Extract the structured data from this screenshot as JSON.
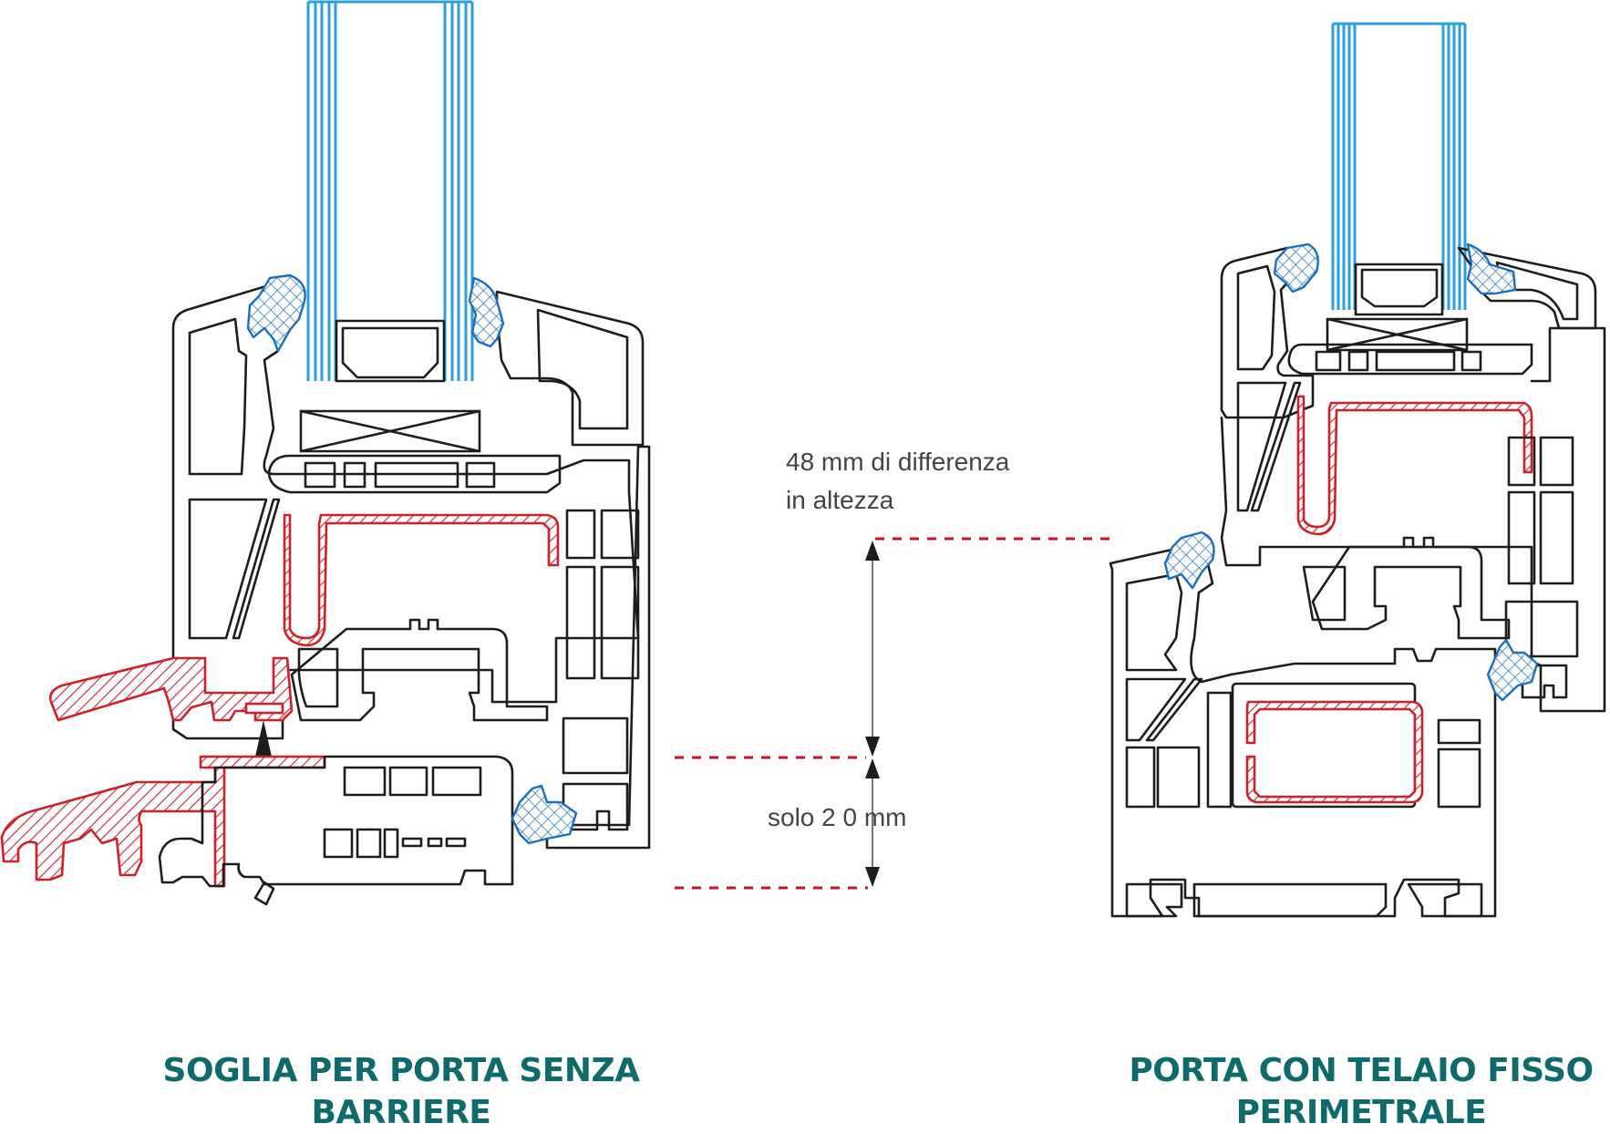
{
  "captions": {
    "left_line1": "SOGLIA PER PORTA SENZA",
    "left_line2": "BARRIERE",
    "right_line1": "PORTA CON TELAIO FISSO",
    "right_line2": "PERIMETRALE"
  },
  "dimensions": {
    "difference_line1": "48 mm di differenza",
    "difference_line2": "in altezza",
    "threshold_label": "solo 2 0 mm",
    "difference_mm": 48,
    "threshold_mm": 20
  },
  "legend_colors": {
    "caption": "#0f6b6b",
    "reinforcement_red": "#d0202a",
    "reference_dashes": "#c8102e",
    "glass_blue": "#2a9fdc",
    "gasket_blue": "#1a6fc0",
    "profile_outline": "#1d1d1b",
    "dimension_text": "#444444"
  },
  "drawings": [
    {
      "name": "left-section",
      "title_ref": "captions.left_line1"
    },
    {
      "name": "right-section",
      "title_ref": "captions.right_line1"
    }
  ]
}
